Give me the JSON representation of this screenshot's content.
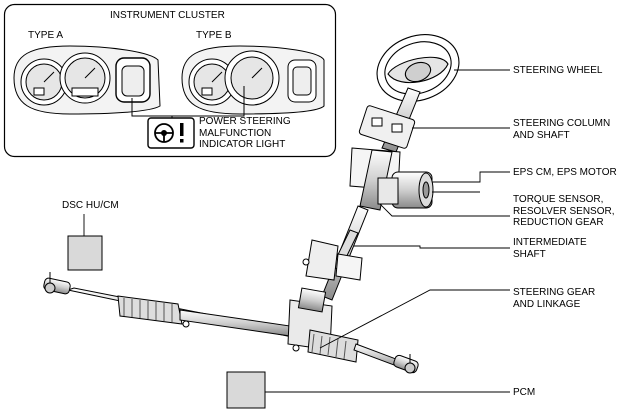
{
  "cluster": {
    "title": "INSTRUMENT CLUSTER",
    "type_a": "TYPE A",
    "type_b": "TYPE B",
    "indicator_label": "POWER STEERING\nMALFUNCTION\nINDICATOR LIGHT"
  },
  "callouts": {
    "steering_wheel": "STEERING WHEEL",
    "steering_column": "STEERING COLUMN\nAND SHAFT",
    "eps": "EPS CM, EPS MOTOR",
    "torque_sensor": "TORQUE SENSOR,\nRESOLVER SENSOR,\nREDUCTION GEAR",
    "intermediate_shaft": "INTERMEDIATE\nSHAFT",
    "steering_gear": "STEERING GEAR\nAND LINKAGE",
    "pcm": "PCM",
    "dsc": "DSC HU/CM"
  },
  "colors": {
    "stroke": "#000000",
    "module_fill": "#d9d9d9",
    "panel_fill": "#f2f2f2"
  }
}
